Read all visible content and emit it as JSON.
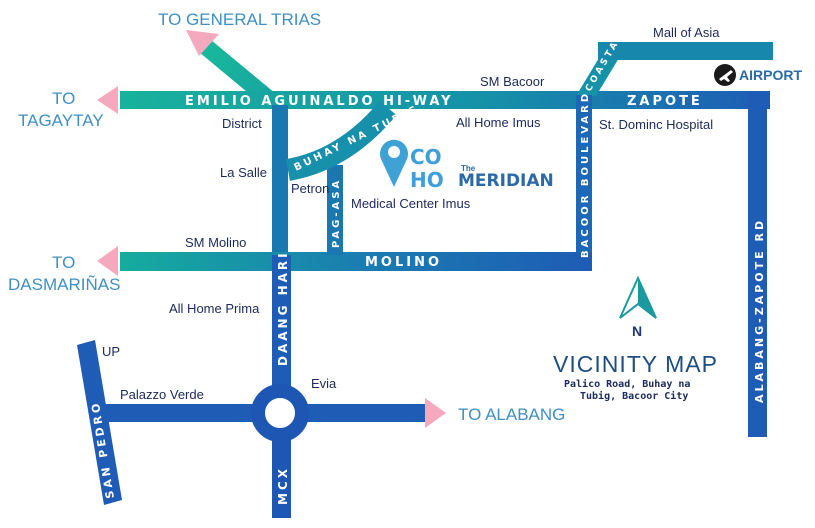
{
  "roads": {
    "emilio": "EMILIO AGUINALDO HI-WAY",
    "zapote": "ZAPOTE",
    "coastal": "COASTAL",
    "bacoor_blvd": "BACOOR BOULEVARD",
    "alabang_zapote": "ALABANG-ZAPOTE RD",
    "molino": "MOLINO",
    "daang_hari": "DAANG HARI",
    "pag_asa": "PAG-ASA",
    "buhay_na_tubig": "BUHAY NA TUBIG",
    "mcx": "MCX",
    "san_pedro": "SAN PEDRO"
  },
  "destinations": {
    "general_trias": "TO GENERAL TRIAS",
    "tagaytay_1": "TO",
    "tagaytay_2": "TAGAYTAY",
    "dasmarinas_1": "TO",
    "dasmarinas_2": "DASMARIÑAS",
    "alabang": "TO ALABANG"
  },
  "places": {
    "mall_of_asia": "Mall of Asia",
    "sm_bacoor": "SM Bacoor",
    "district": "District",
    "all_home_imus": "All Home Imus",
    "st_dominic": "St. Dominc Hospital",
    "la_salle": "La Salle",
    "petron": "Petron",
    "medical_center": "Medical Center Imus",
    "sm_molino": "SM Molino",
    "all_home_prima": "All Home Prima",
    "up": "UP",
    "evia": "Evia",
    "palazzo_verde": "Palazzo Verde"
  },
  "airport": "AIRPORT",
  "logo": {
    "co": "CO",
    "ho": "HO",
    "the": "The",
    "meridian": "MERIDIAN"
  },
  "compass": {
    "letter": "N"
  },
  "vicinity": {
    "title": "VICINITY MAP",
    "line1": "Palico Road, Buhay na",
    "line2": "Tubig, Bacoor City"
  },
  "colors": {
    "teal": "#16a8a0",
    "blue": "#1e5fb8",
    "arrow_pink": "#f4a9bf",
    "text_dark": "#1c2a5a",
    "dest_blue": "#3f8fc4"
  }
}
